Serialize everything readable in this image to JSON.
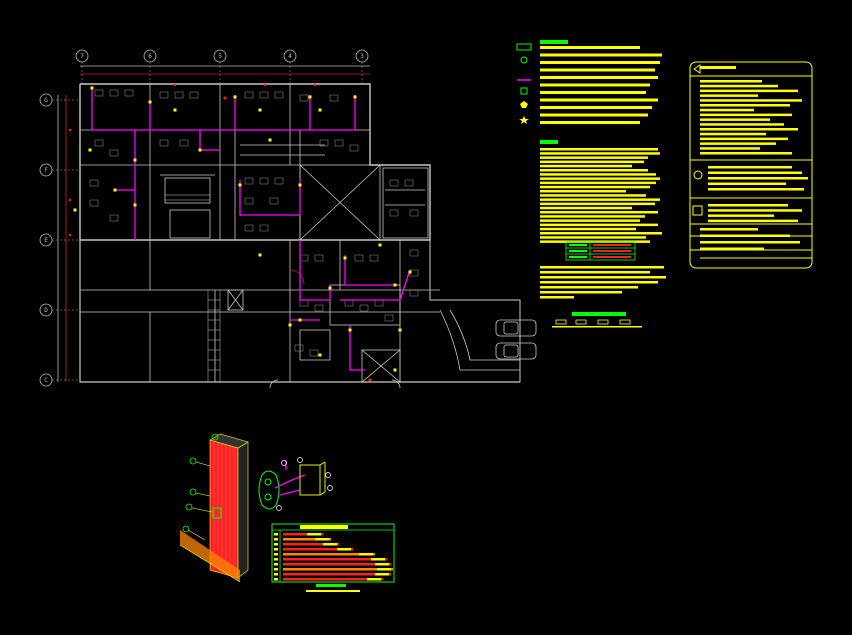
{
  "colors": {
    "background": "#000000",
    "wall": "#c8c8c8",
    "pipe_magenta": "#ff00ff",
    "accent_yellow": "#ffff00",
    "accent_green": "#00ff00",
    "accent_red": "#ff2020",
    "accent_orange": "#ff8800",
    "annotation_red": "#ff3030"
  },
  "plan": {
    "grid_columns": [
      "7",
      "6",
      "5",
      "4",
      "3"
    ],
    "grid_rows": [
      "G",
      "F",
      "E",
      "D",
      "C"
    ]
  },
  "legend": {
    "symbol_icons": [
      "green-rect-icon",
      "green-circle-icon",
      "magenta-line-icon",
      "green-square-icon",
      "yellow-pentagon-icon",
      "yellow-star-icon"
    ]
  },
  "title_block": {
    "sections": 4
  },
  "detail": {
    "type": "isometric-fire-cabinet"
  }
}
